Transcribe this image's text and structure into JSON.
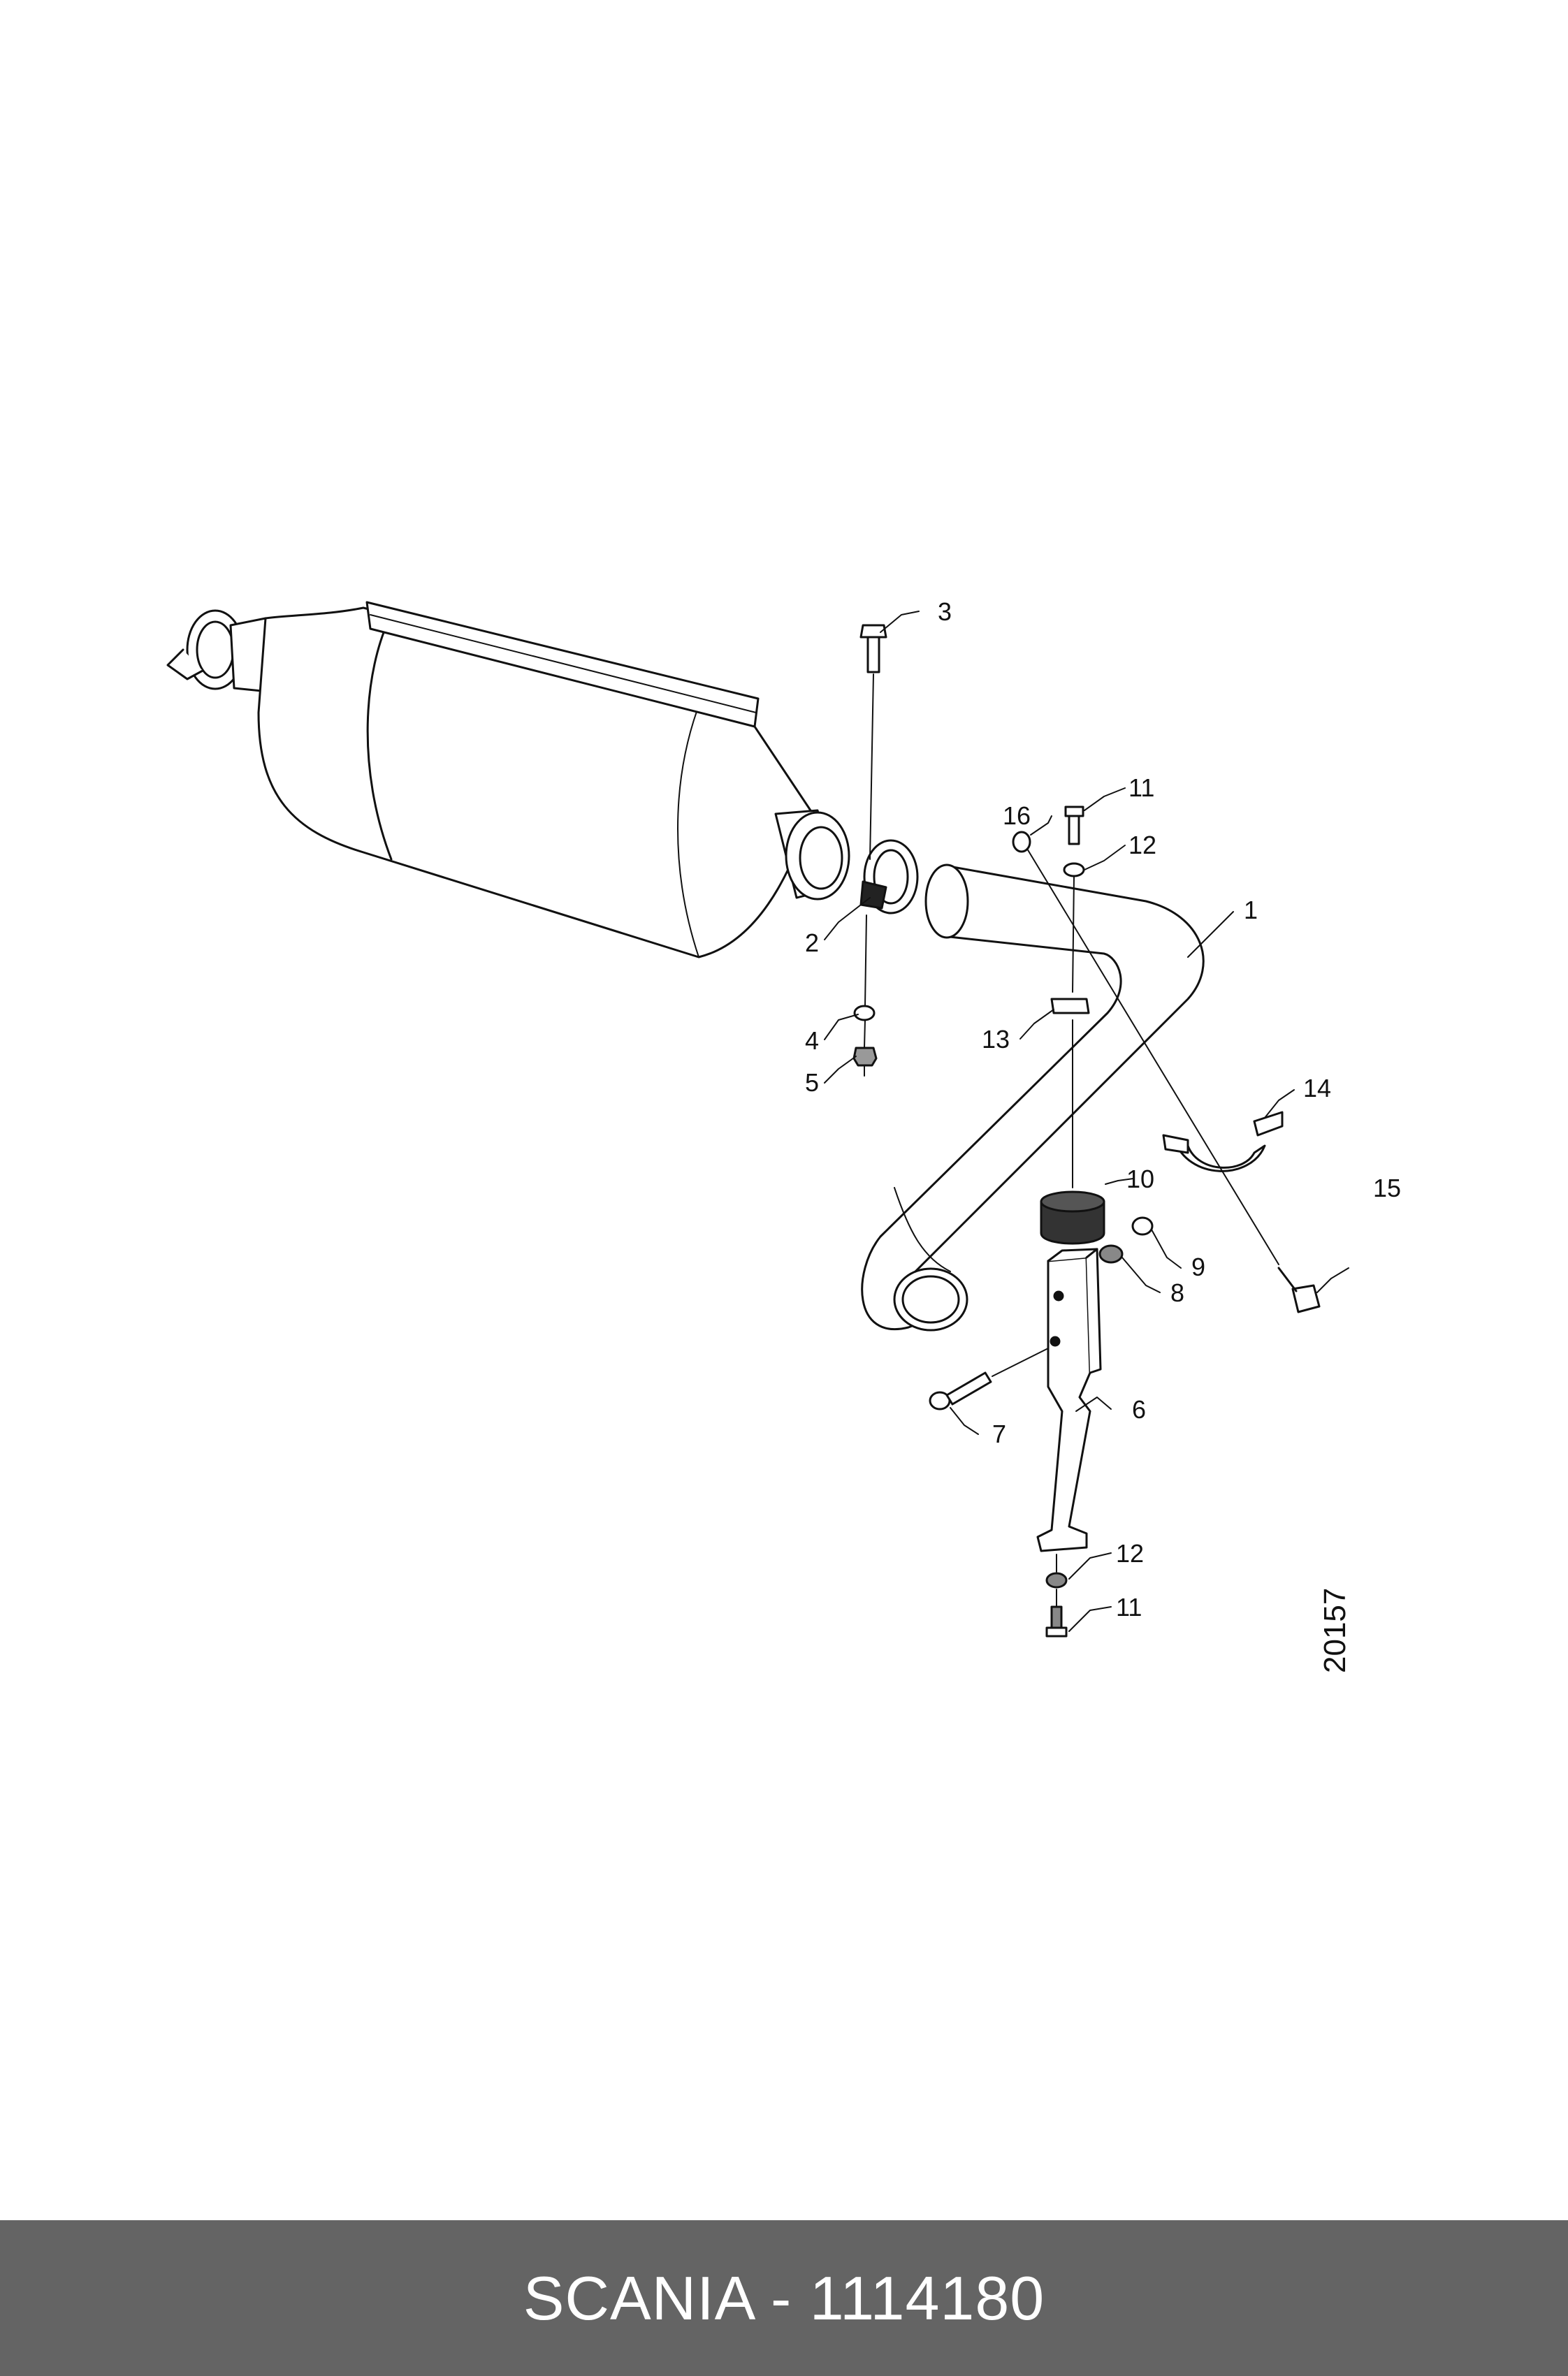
{
  "diagram": {
    "drawing_number": "20157",
    "callouts": [
      "1",
      "2",
      "3",
      "4",
      "5",
      "6",
      "7",
      "8",
      "9",
      "10",
      "11",
      "12",
      "13",
      "14",
      "15",
      "16",
      "12",
      "11"
    ]
  },
  "footer": {
    "title": "SCANIA - 1114180"
  },
  "colors": {
    "footer_background": "#646464",
    "footer_text": "#ffffff",
    "line": "#111111",
    "part_fill": "#ffffff"
  }
}
